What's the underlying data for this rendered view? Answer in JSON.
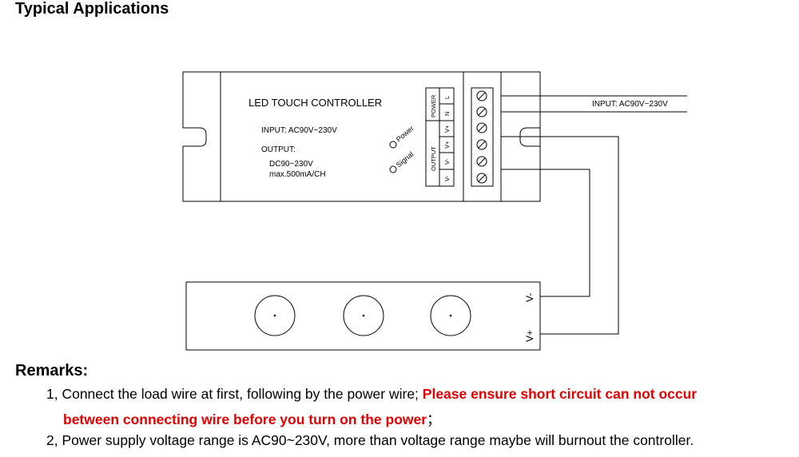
{
  "heading": "Typical Applications",
  "controller": {
    "title": "LED TOUCH  CONTROLLER",
    "input_label": "INPUT: AC90V~230V",
    "output_label": "OUTPUT:",
    "output_voltage": "DC90~230V",
    "output_current": "max.500mA/CH",
    "power_led": "Power",
    "signal_led": "Signal",
    "power_group": "POWER",
    "output_group": "OUTPUT",
    "terminals": [
      "L",
      "N",
      "V+",
      "V+",
      "V-",
      "V-"
    ]
  },
  "input_wire_label": "INPUT: AC90V~230V",
  "strip": {
    "neg_label": "V-",
    "pos_label": "V+"
  },
  "remarks": {
    "title": "Remarks:",
    "item1_prefix": "1, Connect the load wire at first, following by the power wire; ",
    "item1_warning_a": "Please ensure short circuit can not occur",
    "item1_warning_b": "between connecting wire before you turn on the power",
    "item1_suffix": "；",
    "item2": "2, Power supply voltage range is AC90~230V, more than voltage range maybe will burnout the controller."
  }
}
